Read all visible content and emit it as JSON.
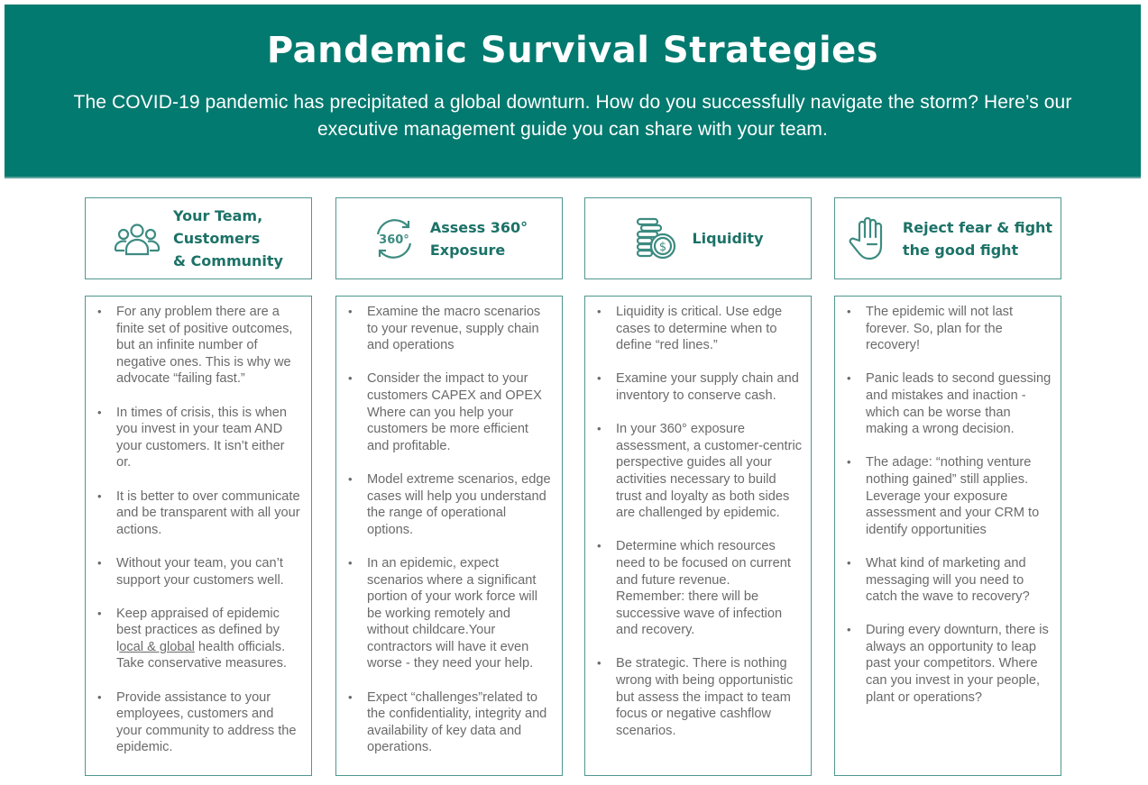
{
  "banner": {
    "title": "Pandemic Survival Strategies",
    "subtitle": "The COVID-19 pandemic has precipitated a global downturn.  How do you successfully navigate the storm? Here’s our executive management guide you can share with your team."
  },
  "colors": {
    "banner_bg": "#037a6f",
    "accent": "#1c7267",
    "border": "#4f9790",
    "body_text": "#6a6a6a"
  },
  "columns": [
    {
      "icon": "team-icon",
      "title_lines": [
        "Your Team,",
        "Customers",
        "& Community"
      ],
      "bullets": [
        "For any problem there are a finite set of positive outcomes, but an infinite number of negative ones. This is why we advocate “failing fast.”",
        "In times of crisis, this is when you invest in your team AND your customers. It isn’t either or.",
        "It is better to over communicate and be transparent with all your actions.",
        "Without your team, you can’t support your customers well.",
        {
          "pre": "Keep appraised of epidemic best practices as defined by l",
          "link": "ocal & global",
          "post": " health officials. Take conservative measures."
        },
        "Provide assistance to your employees, customers and your community to address the epidemic."
      ]
    },
    {
      "icon": "360-rotate-icon",
      "icon_text": "360°",
      "title_lines": [
        "Assess 360°",
        "Exposure"
      ],
      "bullets": [
        "Examine the macro scenarios to your revenue, supply chain and operations",
        "Consider the impact to your customers CAPEX and OPEX Where can you help your customers be more efficient and profitable.",
        "Model extreme scenarios, edge cases will help you understand the range of operational options.",
        "In an epidemic, expect scenarios where a significant portion of your work force will be working remotely and without childcare.Your contractors will have it even worse - they need your help.",
        "Expect “challenges”related to the confidentiality, integrity and availability of key data and operations."
      ]
    },
    {
      "icon": "coins-icon",
      "icon_text": "$",
      "title_lines": [
        "Liquidity"
      ],
      "bullets": [
        "Liquidity is critical. Use edge cases to determine when to define “red lines.”",
        "Examine your supply chain and inventory to conserve cash.",
        "In your 360° exposure assessment, a customer-centric perspective guides all your activities necessary to build trust and loyalty as both sides are challenged by epidemic.",
        "Determine which resources need to be focused on current and future revenue. Remember: there will be successive wave of infection and recovery.",
        "Be strategic. There is nothing wrong with being opportunistic but assess the impact to team focus or negative cashflow scenarios."
      ]
    },
    {
      "icon": "stop-hand-icon",
      "title_lines": [
        "Reject fear & fight",
        "the good fight"
      ],
      "bullets": [
        "The epidemic will not last forever. So, plan for the recovery!",
        "Panic leads to second guessing and mistakes and inaction - which can be worse than making a wrong decision.",
        "The adage: “nothing venture nothing gained” still applies. Leverage your exposure assessment and your CRM to identify opportunities",
        "What kind of marketing and messaging will you need to catch the wave to recovery?",
        "During every downturn, there is always an opportunity to leap past your competitors. Where can you invest in your people, plant or operations?"
      ]
    }
  ]
}
